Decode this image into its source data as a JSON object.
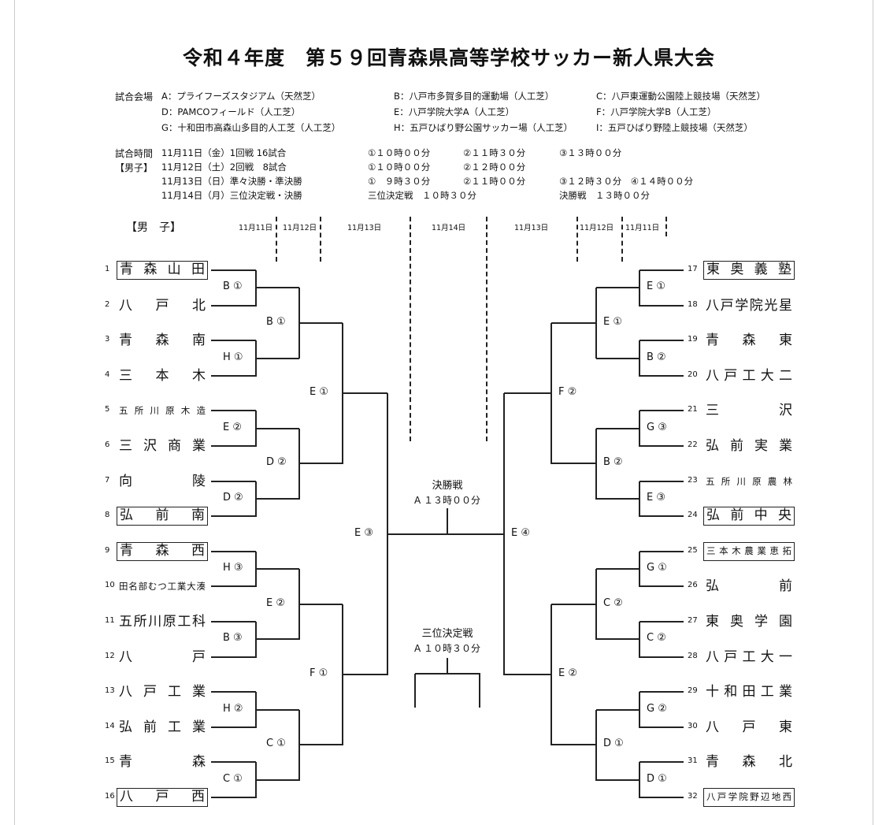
{
  "title": "令和４年度　第５９回青森県高等学校サッカー新人県大会",
  "venues": {
    "label": "試合会場",
    "items": [
      "A：プライフーズスタジアム（天然芝）",
      "B：八戸市多賀多目的運動場（人工芝）",
      "C：八戸東運動公園陸上競技場（天然芝）",
      "D：PAMCOフィールド（人工芝）",
      "E：八戸学院大学A（人工芝）",
      "F：八戸学院大学B（人工芝）",
      "G：十和田市高森山多目的人工芝（人工芝）",
      "H：五戸ひばり野公園サッカー場（人工芝）",
      "I：五戸ひばり野陸上競技場（天然芝）"
    ]
  },
  "times": {
    "label": "試合時間",
    "sub": "【男子】",
    "rows": [
      [
        "11月11日（金）1回戦 16試合",
        "①１０時００分",
        "②１１時３０分",
        "③１３時００分"
      ],
      [
        "11月12日（土）2回戦　8試合",
        "①１０時００分",
        "②１２時００分",
        ""
      ],
      [
        "11月13日（日）準々決勝・準決勝",
        "①　９時３０分",
        "②１１時００分",
        "③１２時３０分　④１４時００分"
      ],
      [
        "11月14日（月）三位決定戦・決勝",
        "三位決定戦　１０時３０分",
        "",
        "決勝戦　１３時００分"
      ]
    ]
  },
  "section": "【男　子】",
  "dates": [
    "11月11日",
    "11月12日",
    "11月13日",
    "11月14日",
    "11月13日",
    "11月12日",
    "11月11日"
  ],
  "final": {
    "label": "決勝戦",
    "time": "A １３時００分"
  },
  "third": {
    "label": "三位決定戦",
    "time": "A １０時３０分"
  },
  "teams": [
    {
      "n": "1",
      "name": "青森山田",
      "boxed": true
    },
    {
      "n": "2",
      "name": "八戸北"
    },
    {
      "n": "3",
      "name": "青森南"
    },
    {
      "n": "4",
      "name": "三本木"
    },
    {
      "n": "5",
      "name": "五所川原木造",
      "long": true
    },
    {
      "n": "6",
      "name": "三沢商業"
    },
    {
      "n": "7",
      "name": "向陵"
    },
    {
      "n": "8",
      "name": "弘前南",
      "boxed": true
    },
    {
      "n": "9",
      "name": "青森西",
      "boxed": true
    },
    {
      "n": "10",
      "name": "田名部むつ工業大湊",
      "long": true
    },
    {
      "n": "11",
      "name": "五所川原工科"
    },
    {
      "n": "12",
      "name": "八戸"
    },
    {
      "n": "13",
      "name": "八戸工業"
    },
    {
      "n": "14",
      "name": "弘前工業"
    },
    {
      "n": "15",
      "name": "青森"
    },
    {
      "n": "16",
      "name": "八戸西",
      "boxed": true
    },
    {
      "n": "17",
      "name": "東奥義塾",
      "boxed": true
    },
    {
      "n": "18",
      "name": "八戸学院光星"
    },
    {
      "n": "19",
      "name": "青森東"
    },
    {
      "n": "20",
      "name": "八戸工大二"
    },
    {
      "n": "21",
      "name": "三沢"
    },
    {
      "n": "22",
      "name": "弘前実業"
    },
    {
      "n": "23",
      "name": "五所川原農林",
      "long": true
    },
    {
      "n": "24",
      "name": "弘前中央",
      "boxed": true
    },
    {
      "n": "25",
      "name": "三本木農業恵拓",
      "boxed": true,
      "long": true
    },
    {
      "n": "26",
      "name": "弘前"
    },
    {
      "n": "27",
      "name": "東奥学園"
    },
    {
      "n": "28",
      "name": "八戸工大一"
    },
    {
      "n": "29",
      "name": "十和田工業"
    },
    {
      "n": "30",
      "name": "八戸東"
    },
    {
      "n": "31",
      "name": "青森北"
    },
    {
      "n": "32",
      "name": "八戸学院野辺地西",
      "boxed": true,
      "long": true
    }
  ],
  "matches": {
    "left": [
      [
        "B ①",
        "H ①",
        "E ②",
        "D ②",
        "H ③",
        "B ③",
        "H ②",
        "C ①"
      ],
      [
        "B ①",
        "D ②",
        "E ②",
        "C ①"
      ],
      [
        "E ①",
        "F ①"
      ],
      [
        "E ③"
      ]
    ],
    "right": [
      [
        "E ①",
        "B ②",
        "G ③",
        "E ③",
        "G ①",
        "C ②",
        "G ②",
        "D ①"
      ],
      [
        "E ①",
        "B ②",
        "C ②",
        "D ①"
      ],
      [
        "F ②",
        "E ②"
      ],
      [
        "E ④"
      ]
    ]
  }
}
